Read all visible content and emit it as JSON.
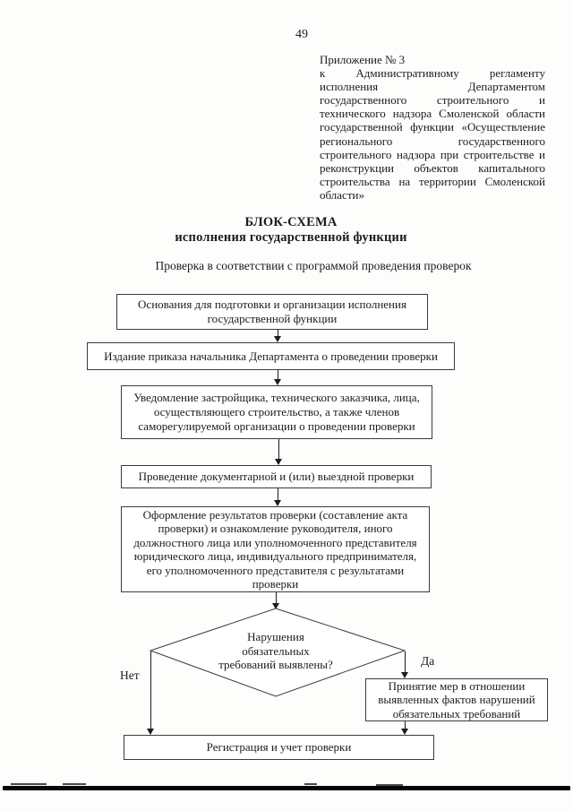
{
  "colors": {
    "ink": "#1c1c1c",
    "paper": "#fdfdfc"
  },
  "page": {
    "number": "49",
    "appendix_lines": [
      "Приложение № 3",
      "к Административному регламенту",
      "исполнения Департаментом",
      "государственного строительного и",
      "технического надзора Смоленской области",
      "государственной функции «Осуществление",
      "регионального государственного",
      "строительного надзора при строительстве и",
      "реконструкции объектов капитального",
      "строительства на территории Смоленской",
      "области»"
    ],
    "title_line1": "БЛОК-СХЕМА",
    "title_line2": "исполнения государственной функции",
    "subtitle": "Проверка  в соответствии с программой проведения проверок"
  },
  "flowchart": {
    "box_grounds": "Основания для подготовки и организации исполнения\nгосударственной функции",
    "box_order": "Издание приказа начальника Департамента о проведении проверки",
    "box_notice": "Уведомление застройщика, технического заказчика, лица,\nосуществляющего строительство, а также членов\nсаморегулируемой организации о проведении проверки",
    "box_conduct": "Проведение документарной и (или) выездной проверки",
    "box_results": "Оформление результатов  проверки (составление акта\nпроверки) и ознакомление руководителя, иного\nдолжностного лица или уполномоченного представителя\nюридического лица, индивидуального предпринимателя,\nего уполномоченного  представителя с результатами\nпроверки",
    "decision": "Нарушения\nобязательных\nтребований выявлены?",
    "label_no": "Нет",
    "label_yes": "Да",
    "box_measures": "Принятие мер в отношении\nвыявленных фактов нарушений\nобязательных требований",
    "box_register": "Регистрация и учет проверки"
  }
}
